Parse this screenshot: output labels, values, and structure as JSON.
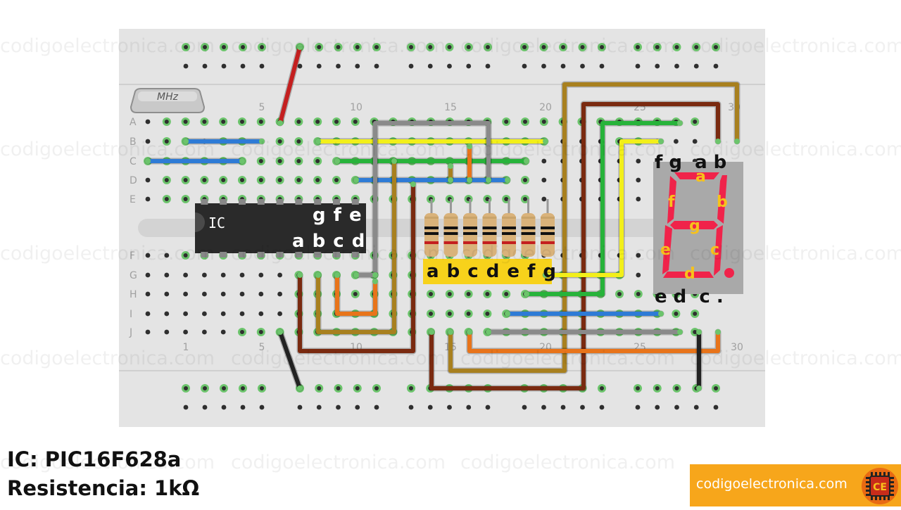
{
  "watermark": "codigoelectronica.com",
  "breadboard": {
    "row_letters": [
      "A",
      "B",
      "C",
      "D",
      "E",
      "F",
      "G",
      "H",
      "I",
      "J"
    ],
    "column_numbers_top": [
      "5",
      "10",
      "15",
      "20",
      "25",
      "30"
    ],
    "column_numbers_bottom": [
      "1",
      "5",
      "10",
      "15",
      "20",
      "25",
      "30"
    ]
  },
  "crystal": {
    "label": "MHz"
  },
  "ic": {
    "label": "IC",
    "top_pin_labels": "g f e",
    "bottom_pin_labels": "a b c d"
  },
  "resistors": {
    "count": 7,
    "labels": "a b c d e f g",
    "label_bg": "#f7d21b"
  },
  "display": {
    "top_pins": "f g  a b",
    "bottom_pins": "e d  c .",
    "segments": [
      "a",
      "b",
      "c",
      "d",
      "e",
      "f",
      "g"
    ],
    "segment_color": "#f0234a",
    "segment_letter_color": "#f7c21b"
  },
  "wire_colors": {
    "red": "#c41f1f",
    "black": "#222222",
    "blue": "#2e7bd6",
    "green": "#27b33a",
    "yellow": "#f2ef1a",
    "gray": "#8a8a8a",
    "orange": "#e8741a",
    "olive": "#a8801f",
    "brown": "#7a2a10"
  },
  "captions": {
    "ic_line": "IC: PIC16F628a",
    "resistor_line": "Resistencia: 1kΩ"
  },
  "brand": {
    "text": "codigoelectronica.com",
    "logo_letters": "CE",
    "color": "#f7a61b"
  }
}
